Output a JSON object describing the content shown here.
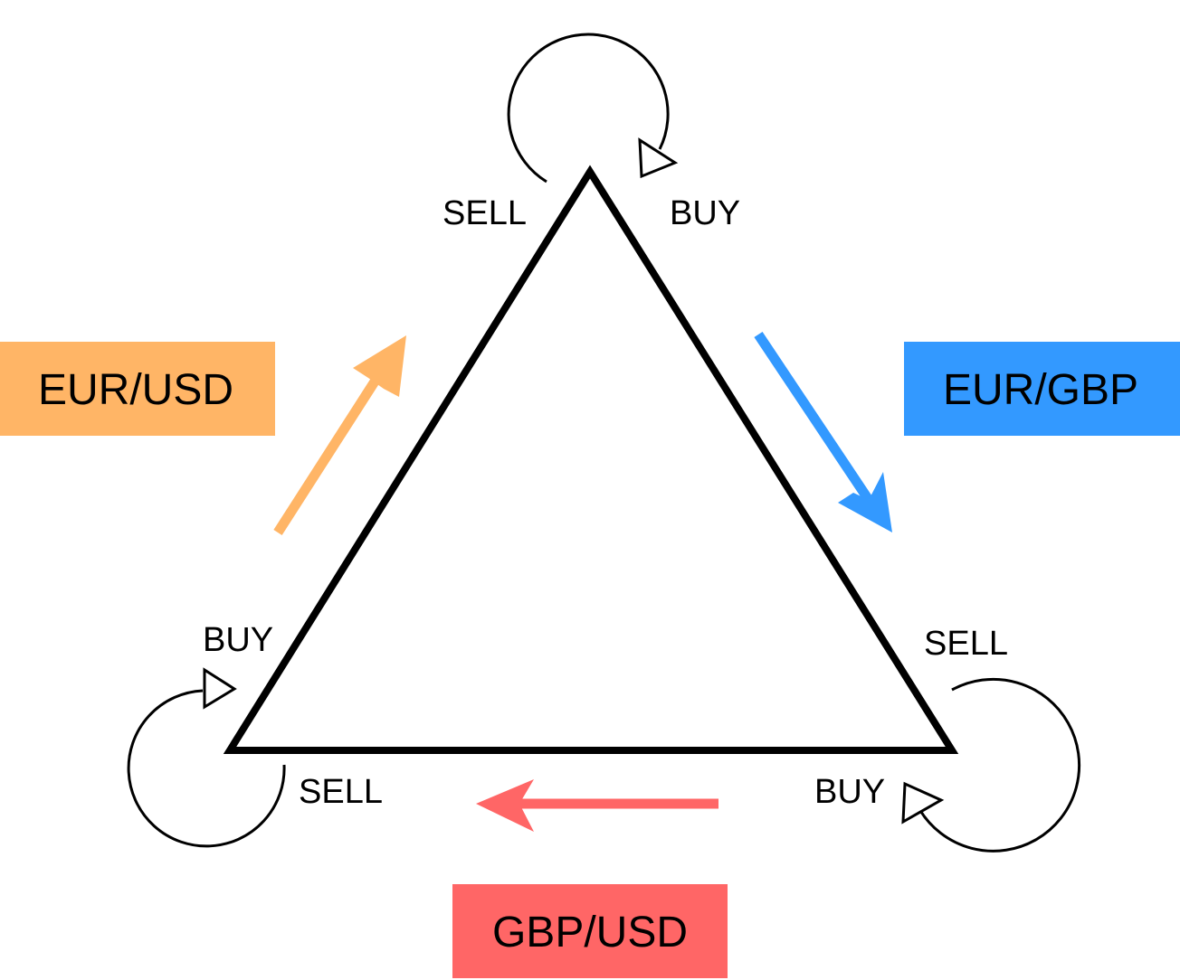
{
  "pairs": {
    "eur_usd": {
      "label": "EUR/USD",
      "color": "#FFB566"
    },
    "eur_gbp": {
      "label": "EUR/GBP",
      "color": "#3399FF"
    },
    "gbp_usd": {
      "label": "GBP/USD",
      "color": "#FF6666"
    }
  },
  "corners": {
    "top": {
      "left_label": "SELL",
      "right_label": "BUY"
    },
    "bottom_left": {
      "upper_label": "BUY",
      "lower_label": "SELL"
    },
    "bottom_right": {
      "upper_label": "SELL",
      "lower_label": "BUY"
    }
  },
  "colors": {
    "stroke": "#000000",
    "background": "#FFFFFF"
  }
}
